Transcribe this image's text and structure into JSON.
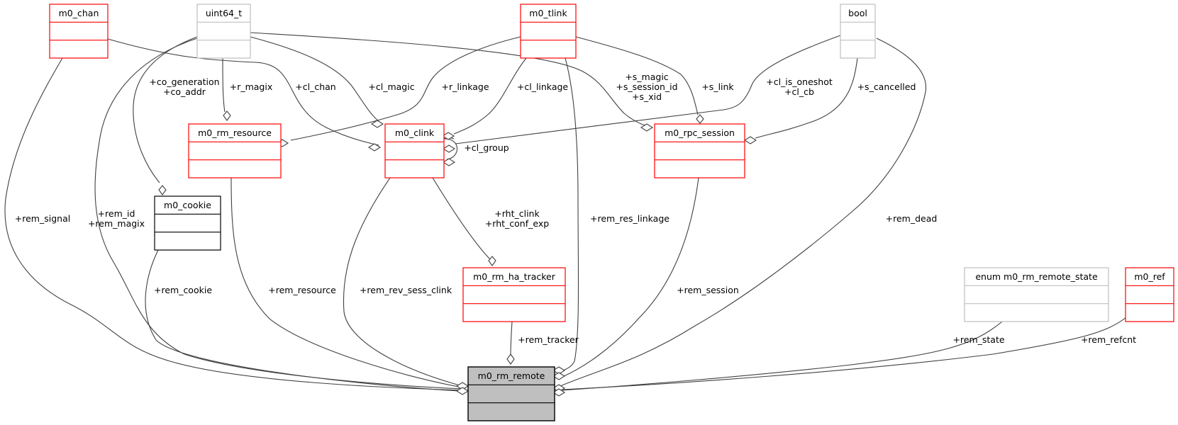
{
  "diagram": {
    "type": "collaboration-diagram",
    "nodes": [
      {
        "id": "m0_chan",
        "label": "m0_chan",
        "kind": "documented"
      },
      {
        "id": "uint64_t",
        "label": "uint64_t",
        "kind": "external"
      },
      {
        "id": "m0_tlink",
        "label": "m0_tlink",
        "kind": "documented"
      },
      {
        "id": "bool",
        "label": "bool",
        "kind": "external"
      },
      {
        "id": "m0_rm_resource",
        "label": "m0_rm_resource",
        "kind": "documented"
      },
      {
        "id": "m0_clink",
        "label": "m0_clink",
        "kind": "documented"
      },
      {
        "id": "m0_rpc_session",
        "label": "m0_rpc_session",
        "kind": "documented"
      },
      {
        "id": "m0_cookie",
        "label": "m0_cookie",
        "kind": "plain"
      },
      {
        "id": "m0_rm_ha_tracker",
        "label": "m0_rm_ha_tracker",
        "kind": "documented"
      },
      {
        "id": "enum_m0_rm_remote_state",
        "label": "enum m0_rm_remote_state",
        "kind": "external"
      },
      {
        "id": "m0_ref",
        "label": "m0_ref",
        "kind": "documented"
      },
      {
        "id": "m0_rm_remote",
        "label": "m0_rm_remote",
        "kind": "focus"
      }
    ],
    "edge_labels": {
      "co_generation": [
        "+co_generation",
        "+co_addr"
      ],
      "r_magix": [
        "+r_magix"
      ],
      "cl_chan": [
        "+cl_chan"
      ],
      "cl_magic": [
        "+cl_magic"
      ],
      "r_linkage": [
        "+r_linkage"
      ],
      "cl_linkage": [
        "+cl_linkage"
      ],
      "s_magic": [
        "+s_magic",
        "+s_session_id",
        "+s_xid"
      ],
      "s_link": [
        "+s_link"
      ],
      "cl_is_oneshot": [
        "+cl_is_oneshot",
        "+cl_cb"
      ],
      "s_cancelled": [
        "+s_cancelled"
      ],
      "cl_group": [
        "+cl_group"
      ],
      "rem_signal": [
        "+rem_signal"
      ],
      "rem_id": [
        "+rem_id",
        "+rem_magix"
      ],
      "rem_cookie": [
        "+rem_cookie"
      ],
      "rem_resource": [
        "+rem_resource"
      ],
      "rem_rev_sess_clink": [
        "+rem_rev_sess_clink"
      ],
      "rht_clink": [
        "+rht_clink",
        "+rht_conf_exp"
      ],
      "rem_res_linkage": [
        "+rem_res_linkage"
      ],
      "rem_session": [
        "+rem_session"
      ],
      "rem_dead": [
        "+rem_dead"
      ],
      "rem_tracker": [
        "+rem_tracker"
      ],
      "rem_state": [
        "+rem_state"
      ],
      "rem_refcnt": [
        "+rem_refcnt"
      ]
    },
    "colors": {
      "documented_border": "#ff0000",
      "external_border": "#bfbfbf",
      "plain_border": "#000000",
      "focus_fill": "#bfbfbf",
      "edge": "#404040"
    }
  }
}
